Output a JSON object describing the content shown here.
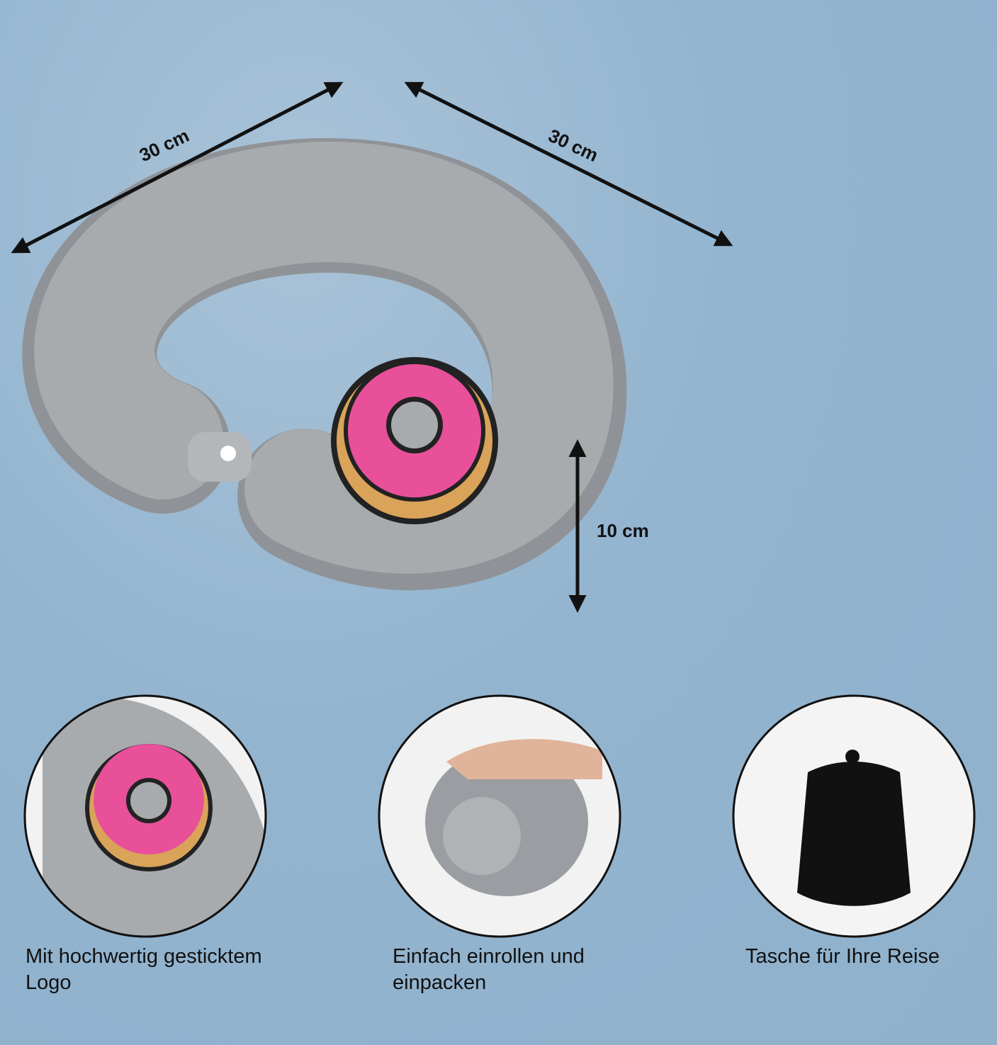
{
  "dimensions": {
    "width_left": "30 cm",
    "width_right": "30 cm",
    "height": "10 cm"
  },
  "features": [
    {
      "caption": "Mit hochwertig gesticktem Logo",
      "icon": "embroidered-donut-closeup"
    },
    {
      "caption": "Einfach einrollen und einpacken",
      "icon": "rolled-pillow"
    },
    {
      "caption": "Tasche für Ihre Reise",
      "icon": "travel-bag"
    }
  ],
  "colors": {
    "background": "#93b4cf",
    "pillow": "#a4a7aa",
    "donut_icing": "#e8509a",
    "donut_dough": "#d9a35a"
  }
}
